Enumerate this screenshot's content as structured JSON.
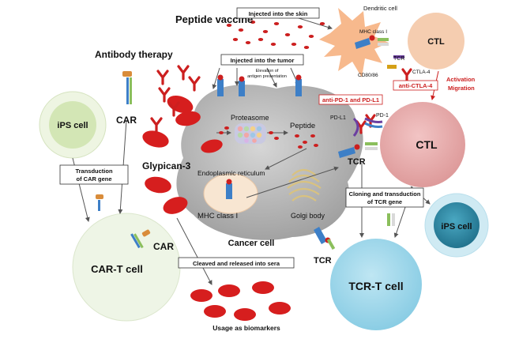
{
  "labels": {
    "peptide_vaccine": "Peptide vaccine",
    "injected_skin": "Injected into the skin",
    "injected_tumor": "Injected into the tumor",
    "elevation_line1": "Elevation of",
    "elevation_line2": "antigen presentation",
    "dendritic_cell": "Dendritic cell",
    "mhc_class_i_dc": "MHC class I",
    "tcr_dc": "TCR",
    "ctla4": "CTLA-4",
    "cd80_86": "CD80/86",
    "anti_ctla4": "anti-CTLA-4",
    "ctl_small": "CTL",
    "activation": "Activation",
    "migration": "Migration",
    "antibody_therapy": "Antibody therapy",
    "ips_cell_left": "iPS cell",
    "car_upper": "CAR",
    "transduction_car_line1": "Transduction",
    "transduction_car_line2": "of CAR gene",
    "car_t_cell": "CAR-T cell",
    "car_lower": "CAR",
    "glypican3": "Glypican-3",
    "proteasome": "Proteasome",
    "peptide": "Peptide",
    "er": "Endoplasmic reticulum",
    "mhc_class_i_cancer": "MHC class I",
    "golgi": "Golgi body",
    "cancer_cell": "Cancer cell",
    "anti_pd": "anti-PD-1 and PD-L1",
    "pd_l1": "PD-L1",
    "pd_1": "PD-1",
    "ctl_big": "CTL",
    "tcr_right": "TCR",
    "cloning_line1": "Cloning and transduction",
    "cloning_line2": "of TCR gene",
    "ips_cell_right": "iPS cell",
    "tcr_bottom": "TCR",
    "tcr_t_cell": "TCR-T cell",
    "cleaved": "Cleaved and released into sera",
    "biomarkers": "Usage as biomarkers"
  },
  "colors": {
    "accent_red": "#cc1f1f",
    "cancer_gray": "#b5b5b5",
    "ctl_pink": "#e8a9a9",
    "ctl_small_peach": "#f5cdb0",
    "ips_green": "#d3e6b5",
    "ips_blue": "#2e8fab",
    "tcr_t_blue": "#9fd7ea",
    "dendritic": "#f7b98d",
    "molecule_blue": "#3d7fc7"
  }
}
